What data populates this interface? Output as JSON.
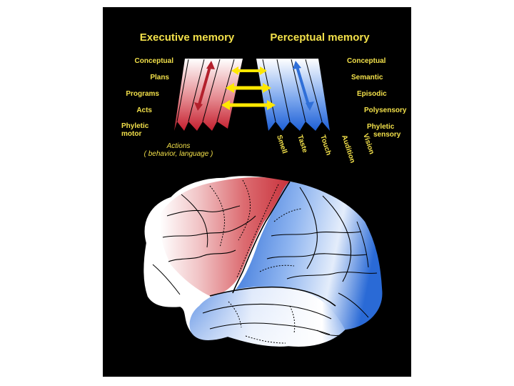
{
  "headers": {
    "executive": "Executive memory",
    "perceptual": "Perceptual memory"
  },
  "executive_levels": [
    "Conceptual",
    "Plans",
    "Programs",
    "Acts"
  ],
  "executive_phyletic": [
    "Phyletic",
    "motor"
  ],
  "actions": [
    "Actions",
    "( behavior, language )"
  ],
  "perceptual_levels": [
    "Conceptual",
    "Semantic",
    "Episodic",
    "Polysensory"
  ],
  "perceptual_phyletic": [
    "Phyletic",
    "sensory"
  ],
  "senses": [
    "Smell",
    "Taste",
    "Touch",
    "Audition",
    "Vision"
  ],
  "colors": {
    "label_yellow": "#f2e04a",
    "executive_red": "#c8323c",
    "perceptual_blue": "#2f6fd8",
    "connector_yellow": "#ffe800",
    "background": "#000000"
  }
}
